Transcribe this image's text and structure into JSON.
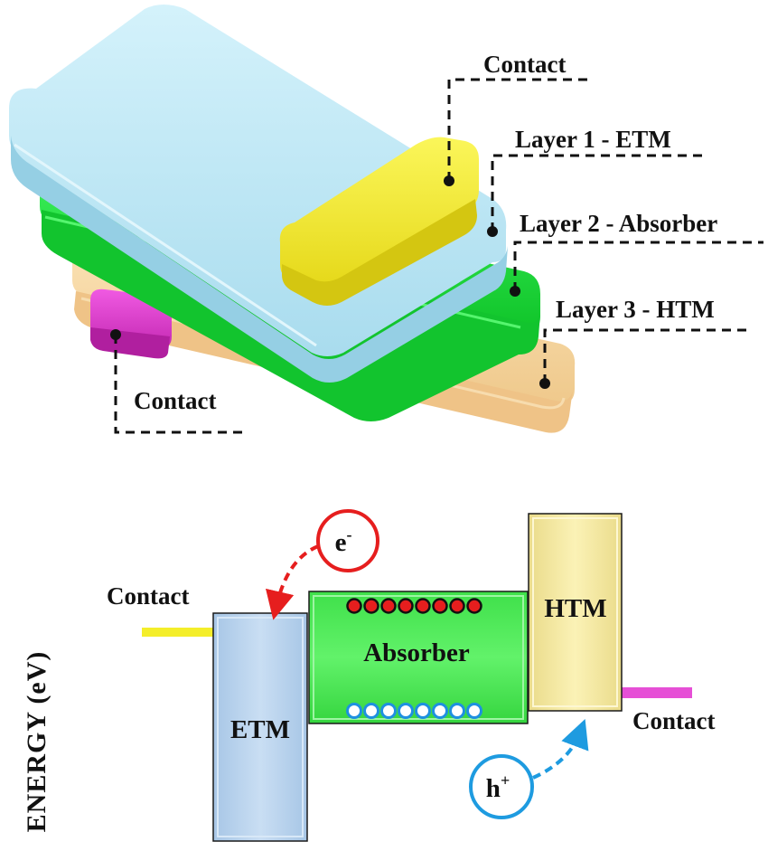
{
  "stack": {
    "top_contact_label": "Contact",
    "layer1_label": "Layer 1 - ETM",
    "layer2_label": "Layer 2 - Absorber",
    "layer3_label": "Layer 3 - HTM",
    "bottom_contact_label": "Contact"
  },
  "band": {
    "y_axis_label": "ENERGY  (eV)",
    "left_contact_label": "Contact",
    "right_contact_label": "Contact",
    "etm_label": "ETM",
    "absorber_label": "Absorber",
    "htm_label": "HTM",
    "electron_label": "e",
    "electron_sup": "-",
    "hole_label": "h",
    "hole_sup": "+",
    "electron_count": 8,
    "hole_count": 8
  },
  "colors": {
    "etm_layer": "#bfe9f5",
    "absorber_layer": "#22e040",
    "htm_layer": "#f9d9a4",
    "top_contact": "#f4ee2a",
    "bottom_contact": "#e63fd4",
    "electron": "#e61e1e",
    "hole": "#1e90e0",
    "etm_band": "#bcd6ef",
    "absorber_band": "#4fea57",
    "htm_band": "#f9efaa"
  }
}
